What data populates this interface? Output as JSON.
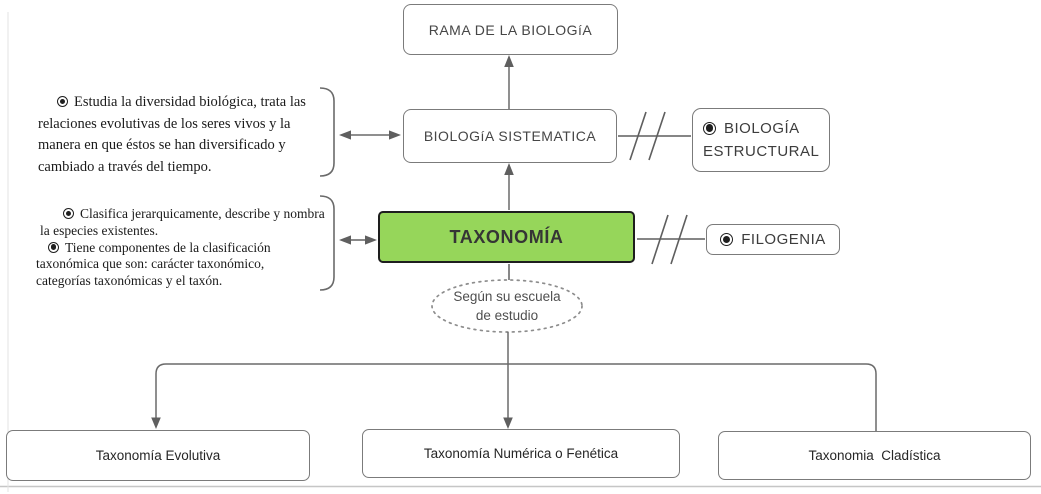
{
  "colors": {
    "node_border_gray": "#7b7b7b",
    "connector_gray": "#6a6a6a",
    "taxonomy_fill_green": "#96d65a",
    "taxonomy_border": "#1e1e1e",
    "text_dark": "#3d3d3d"
  },
  "nodes": {
    "rama": {
      "label": "RAMA DE LA BIOLOGíA"
    },
    "sistematica": {
      "label": "BIOLOGíA SISTEMATICA"
    },
    "estructural": {
      "label_line1": "BIOLOGÍA",
      "label_line2": "ESTRUCTURAL",
      "bullet_icon": "fisheye-bullet"
    },
    "taxonomia": {
      "label": "TAXONOMÍA"
    },
    "filogenia": {
      "label": "FILOGENIA",
      "bullet_icon": "fisheye-bullet"
    },
    "escuela": {
      "label_line1": "Según su escuela",
      "label_line2": "de estudio"
    },
    "evolutiva": {
      "label": "Taxonomía Evolutiva"
    },
    "numerica": {
      "label": "Taxonomía Numérica o Fenética"
    },
    "cladistica": {
      "label": "Taxonomia  Cladística"
    }
  },
  "annotations": {
    "sistematica": {
      "line1": "Estudia la diversidad biológica, trata las",
      "line2": "relaciones evolutivas de los seres vivos y la",
      "line3": "manera en que éstos se han diversificado y",
      "line4": "cambiado a través del tiempo."
    },
    "taxonomia": {
      "line1": "Clasifica jerarquicamente, describe y nombra",
      "line2": "la especies existentes.",
      "line3": "Tiene componentes de la clasificación",
      "line4": "taxonómica que son: carácter taxonómico,",
      "line5": "categorías taxonómicas y el taxón."
    }
  }
}
